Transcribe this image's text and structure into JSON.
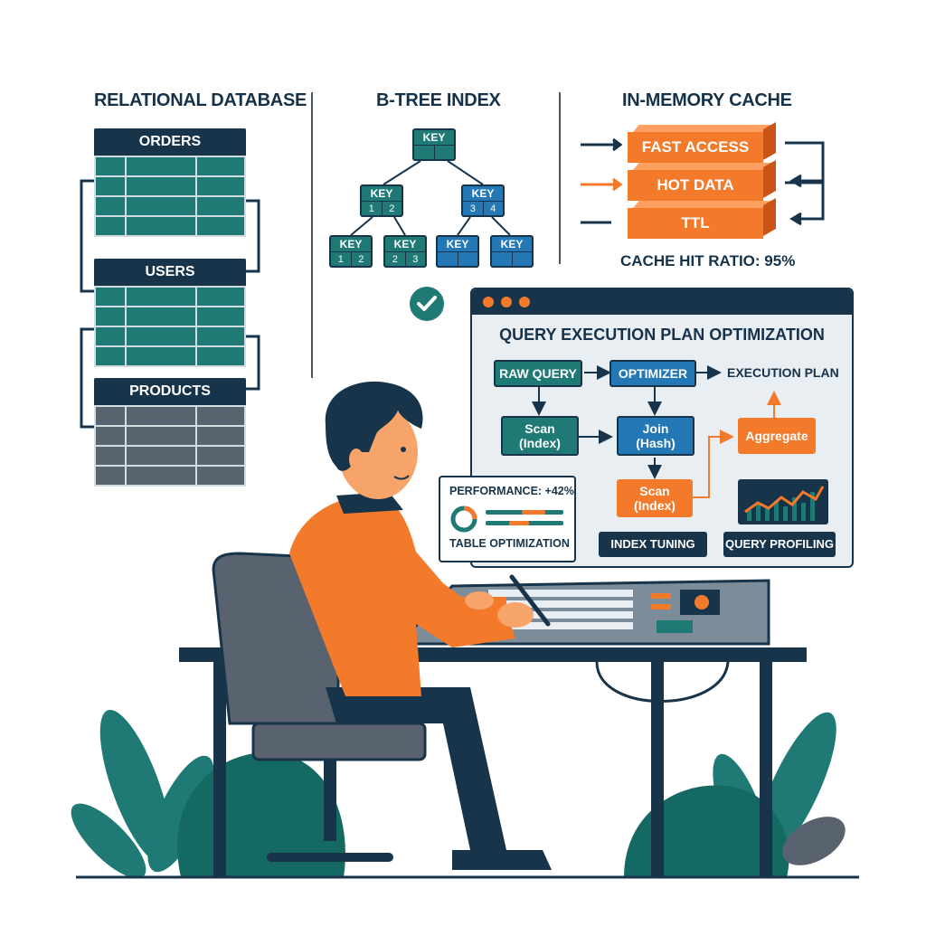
{
  "sections": {
    "relational": {
      "title": "RELATIONAL DATABASE",
      "tables": [
        "ORDERS",
        "USERS",
        "PRODUCTS"
      ]
    },
    "btree": {
      "title": "B-TREE INDEX",
      "root": {
        "key": "KEY"
      },
      "level1": [
        {
          "key": "KEY",
          "cells": [
            "1",
            "2"
          ]
        },
        {
          "key": "KEY",
          "cells": [
            "3",
            "4"
          ]
        }
      ],
      "leaves": [
        {
          "key": "KEY",
          "cells": [
            "1",
            "2"
          ]
        },
        {
          "key": "KEY",
          "cells": [
            "2",
            "3"
          ]
        },
        {
          "key": "KEY",
          "cells": [
            "",
            ""
          ]
        },
        {
          "key": "KEY",
          "cells": [
            "",
            ""
          ]
        }
      ]
    },
    "cache": {
      "title": "IN-MEMORY CACHE",
      "layers": [
        "FAST ACCESS",
        "HOT DATA",
        "TTL"
      ],
      "hit_ratio_label": "CACHE HIT RATIO: 95%"
    }
  },
  "monitor": {
    "title": "QUERY EXECUTION PLAN OPTIMIZATION",
    "nodes": {
      "raw_query": "RAW QUERY",
      "optimizer": "OPTIMIZER",
      "execution_plan": "EXECUTION PLAN",
      "scan_index_1": "Scan\n(Index)",
      "join_hash": "Join\n(Hash)",
      "aggregate": "Aggregate",
      "scan_index_2": "Scan\n(Index)"
    },
    "tags": {
      "index_tuning": "INDEX TUNING",
      "query_profiling": "QUERY PROFILING"
    }
  },
  "performance_card": {
    "performance": "PERFORMANCE: +42%",
    "table_optimization": "TABLE OPTIMIZATION"
  },
  "colors": {
    "navy": "#17344a",
    "teal": "#1f7a76",
    "blue": "#2378b5",
    "orange": "#f47a2b",
    "grey": "#59636f"
  }
}
